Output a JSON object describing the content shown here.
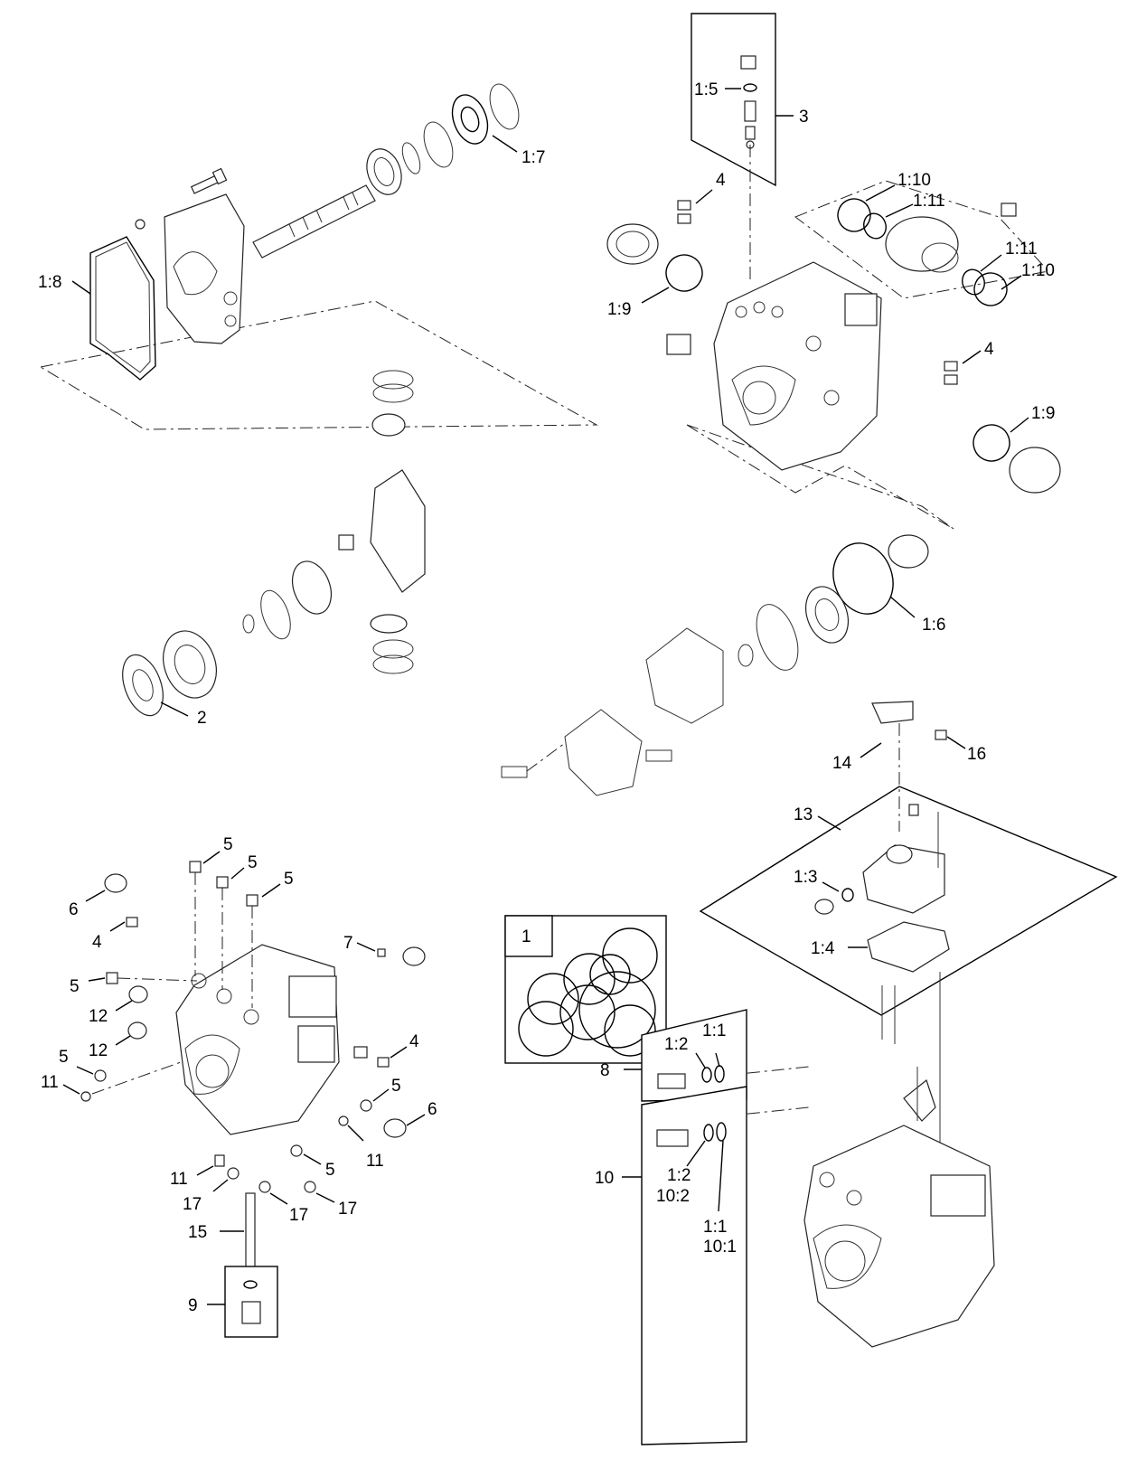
{
  "diagram": {
    "labels": {
      "l_1_7": "1:7",
      "l_1_8": "1:8",
      "l_2": "2",
      "l_1_5": "1:5",
      "l_3": "3",
      "l_4_top": "4",
      "l_1_10_a": "1:10",
      "l_1_11_a": "1:11",
      "l_1_11_b": "1:11",
      "l_1_10_b": "1:10",
      "l_1_9_a": "1:9",
      "l_4_mid": "4",
      "l_1_9_b": "1:9",
      "l_1_6": "1:6",
      "l_14": "14",
      "l_16": "16",
      "l_13": "13",
      "l_1_3": "1:3",
      "l_1_4": "1:4",
      "l_5_a": "5",
      "l_5_b": "5",
      "l_5_c": "5",
      "l_6_a": "6",
      "l_4_left": "4",
      "l_7": "7",
      "l_5_d": "5",
      "l_12_a": "12",
      "l_12_b": "12",
      "l_4_right": "4",
      "l_5_e": "5",
      "l_11_a": "11",
      "l_5_f": "5",
      "l_6_b": "6",
      "l_11_b": "11",
      "l_5_g": "5",
      "l_11_c": "11",
      "l_17_a": "17",
      "l_17_b": "17",
      "l_17_c": "17",
      "l_15": "15",
      "l_9": "9",
      "l_1_box": "1",
      "l_8": "8",
      "l_1_2_a": "1:2",
      "l_1_1_a": "1:1",
      "l_10": "10",
      "l_1_2_b": "1:2",
      "l_10_2": "10:2",
      "l_1_1_b": "1:1",
      "l_10_1": "10:1"
    }
  }
}
